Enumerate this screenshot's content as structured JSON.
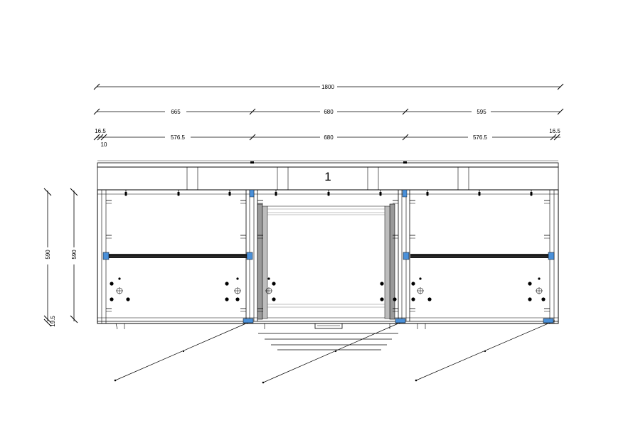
{
  "dimensions": {
    "overall": "1800",
    "sections_outer": [
      "665",
      "680",
      "595"
    ],
    "sections_inner": [
      "576.5",
      "680",
      "576.5"
    ],
    "edge_left_top": "16.5",
    "edge_left_bottom": "10",
    "edge_right_top": "16.5",
    "height_outer": "590",
    "height_inner": "590",
    "height_base": "19.5"
  },
  "cabinet": {
    "label": "1"
  },
  "colors": {
    "line": "#000000",
    "hardware": "#4a90d9",
    "panel_grey": "#9a9a9a"
  }
}
